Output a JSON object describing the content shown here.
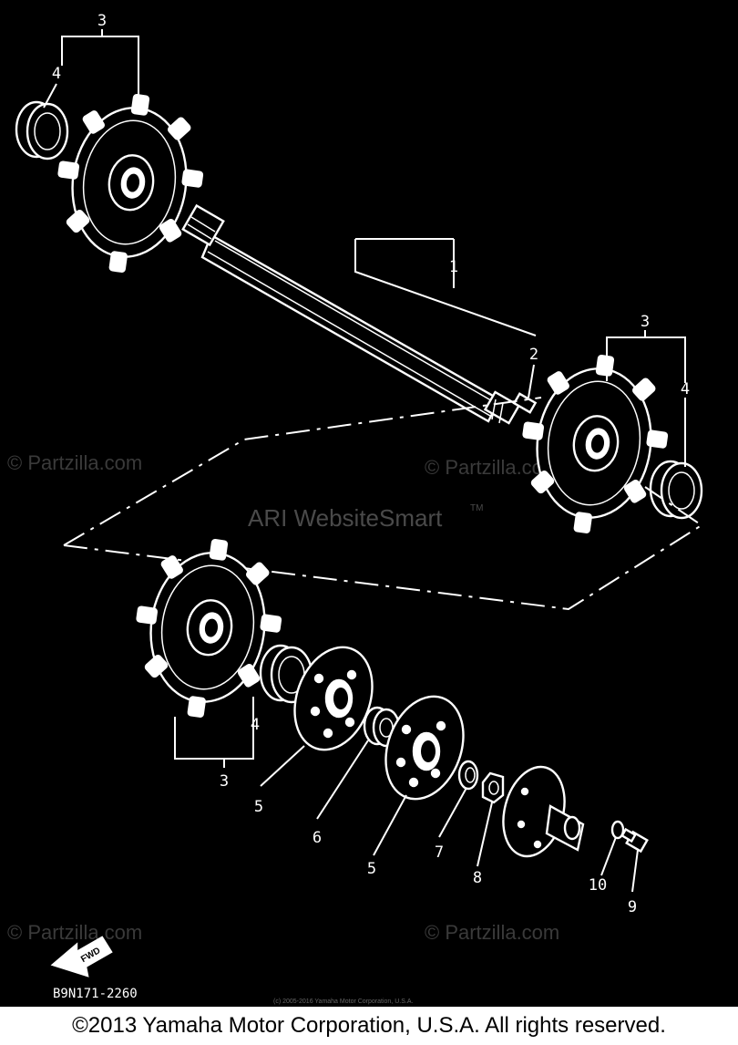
{
  "diagram": {
    "callouts": {
      "c1": "1",
      "c2": "2",
      "c3_top": "3",
      "c4_top": "4",
      "c3_right": "3",
      "c4_right": "4",
      "c4_bottom": "4",
      "c3_bottom": "3",
      "c5_a": "5",
      "c6": "6",
      "c5_b": "5",
      "c7": "7",
      "c8": "8",
      "c10": "10",
      "c9": "9"
    },
    "fwd_label": "FWD",
    "diagram_id": "B9N171-2260",
    "small_copyright": "(c) 2005-2016 Yamaha Motor Corporation, U.S.A."
  },
  "watermarks": {
    "partzilla": "© Partzilla.com",
    "ari": "ARI WebsiteSmart",
    "ari_tm": "TM"
  },
  "footer": {
    "copyright": "©2013 Yamaha Motor Corporation, U.S.A. All rights reserved."
  }
}
